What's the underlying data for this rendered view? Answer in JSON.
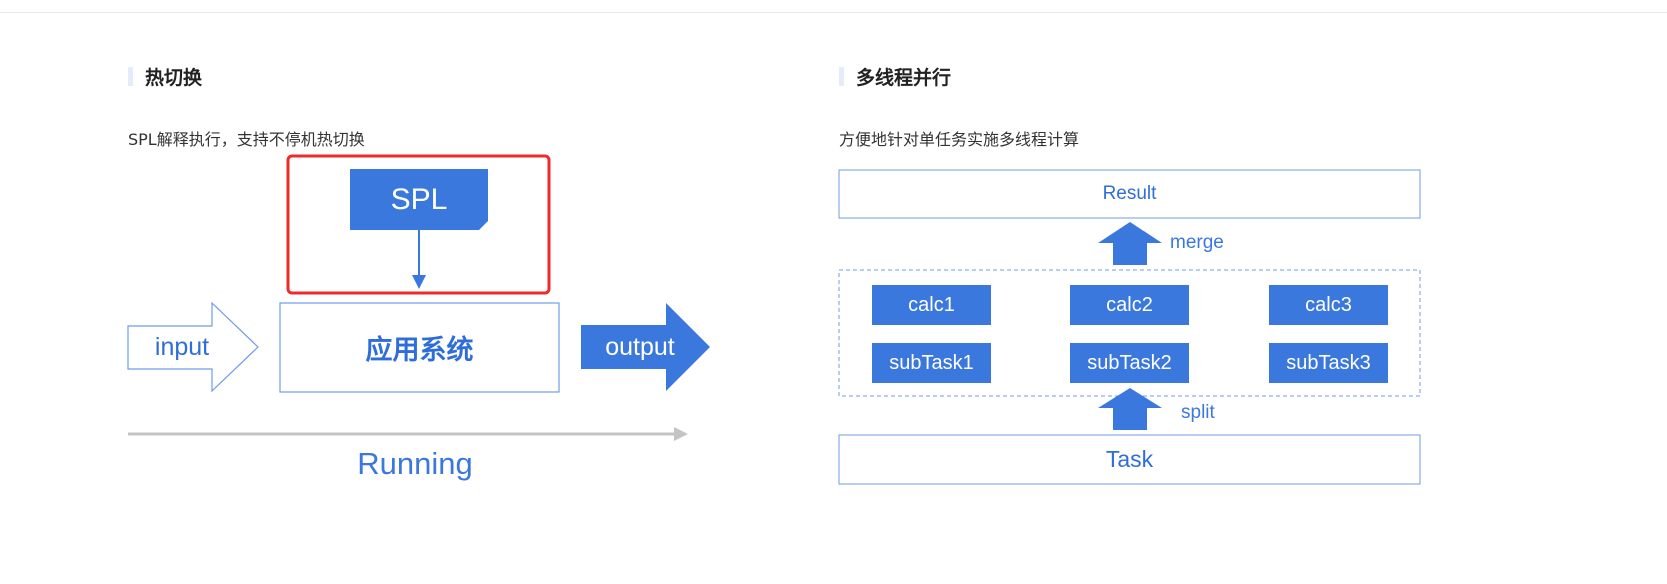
{
  "hot_swap": {
    "title": "热切换",
    "description": "SPL解释执行，支持不停机热切换",
    "diagram": {
      "spl_label": "SPL",
      "input_label": "input",
      "system_label": "应用系统",
      "output_label": "output",
      "running_label": "Running"
    }
  },
  "multithread": {
    "title": "多线程并行",
    "description": "方便地针对单任务实施多线程计算",
    "diagram": {
      "result_label": "Result",
      "merge_label": "merge",
      "calc_boxes": [
        "calc1",
        "calc2",
        "calc3"
      ],
      "subtask_boxes": [
        "subTask1",
        "subTask2",
        "subTask3"
      ],
      "split_label": "split",
      "task_label": "Task"
    }
  },
  "colors": {
    "accent_blue": "#3a78de",
    "highlight_red": "#ee2b2b",
    "running_gray": "#c4c4c4",
    "heading_bar": "#e4ebfa"
  }
}
